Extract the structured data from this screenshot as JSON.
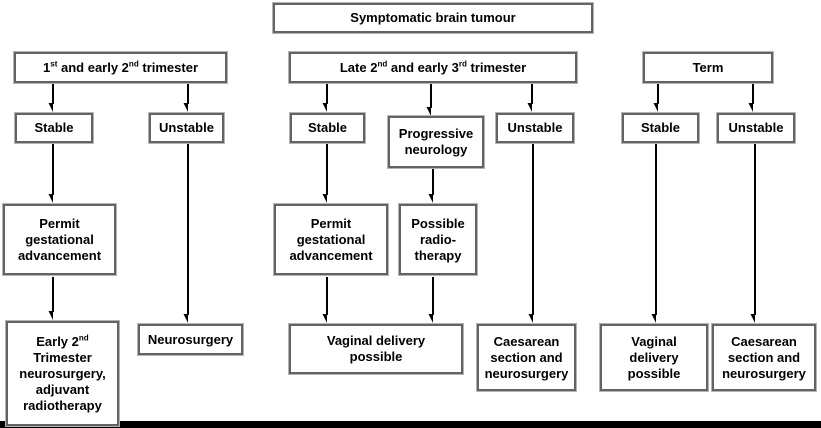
{
  "diagram": {
    "background_color": "#ffffff",
    "box_fill_color": "#ffffff",
    "box_border_color": "#636363",
    "box_outer_frame_color": "#b4b4b4",
    "arrow_color": "#000000",
    "bottom_bar_color": "#000000",
    "nodes": {
      "root": {
        "label": "Symptomatic brain tumour"
      },
      "b1_header": {
        "parts": [
          "1",
          "st",
          " and early 2",
          "nd",
          " trimester"
        ]
      },
      "b2_header": {
        "parts": [
          "Late 2",
          "nd",
          " and early 3",
          "rd",
          " trimester"
        ]
      },
      "b3_header": {
        "label": "Term"
      },
      "b1_stable": {
        "label": "Stable"
      },
      "b1_unstable": {
        "label": "Unstable"
      },
      "b2_stable": {
        "label": "Stable"
      },
      "b2_progressive": {
        "label": "Progressive\nneurology"
      },
      "b2_unstable": {
        "label": "Unstable"
      },
      "b3_stable": {
        "label": "Stable"
      },
      "b3_unstable": {
        "label": "Unstable"
      },
      "b1_permit": {
        "label": "Permit\ngestational\nadvancement"
      },
      "b2_permit": {
        "label": "Permit\ngestational\nadvancement"
      },
      "b2_radiotherapy": {
        "label": "Possible\nradio-\ntherapy"
      },
      "b1_outcome": {
        "parts": [
          "Early 2",
          "nd",
          "\nTrimester\nneurosurgery,\nadjuvant\nradiotherapy"
        ]
      },
      "b1_neurosurgery": {
        "label": "Neurosurgery"
      },
      "b2_vaginal": {
        "label": "Vaginal delivery\npossible"
      },
      "b2_caesarean": {
        "label": "Caesarean\nsection and\nneurosurgery"
      },
      "b3_vaginal": {
        "label": "Vaginal\ndelivery\npossible"
      },
      "b3_caesarean": {
        "label": "Caesarean\nsection and\nneurosurgery"
      }
    }
  }
}
